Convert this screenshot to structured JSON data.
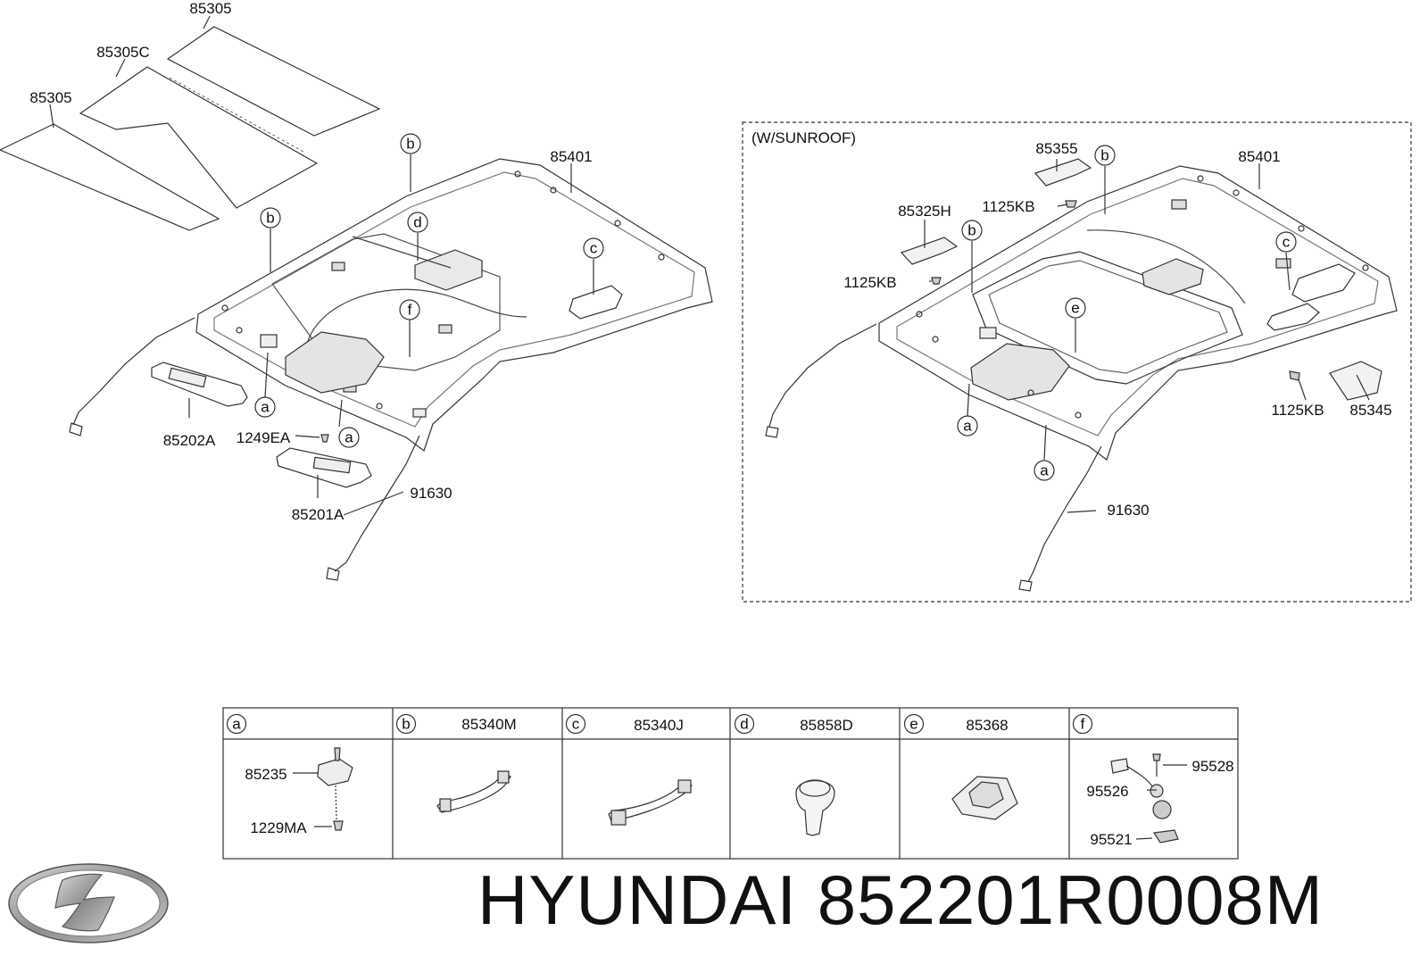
{
  "main_view": {
    "labels": {
      "top_85305": "85305",
      "mid_85305c": "85305C",
      "left_85305": "85305",
      "headlining": "85401",
      "sunvisor_rh": "85202A",
      "screw": "1249EA",
      "sunvisor_lh": "85201A",
      "wiring": "91630"
    },
    "callouts": {
      "b1": "b",
      "b2": "b",
      "d": "d",
      "c": "c",
      "f": "f",
      "a1": "a",
      "a2": "a"
    }
  },
  "sunroof_view": {
    "caption": "(W/SUNROOF)",
    "labels": {
      "p85355": "85355",
      "p85401": "85401",
      "p85325h": "85325H",
      "bolt_top": "1125KB",
      "bolt_left": "1125KB",
      "bolt_right": "1125KB",
      "p85345": "85345",
      "wiring": "91630"
    },
    "callouts": {
      "b1": "b",
      "b2": "b",
      "c": "c",
      "e": "e",
      "a1": "a",
      "a2": "a"
    }
  },
  "parts_table": {
    "columns": [
      {
        "key": "a",
        "part": ""
      },
      {
        "key": "b",
        "part": "85340M"
      },
      {
        "key": "c",
        "part": "85340J"
      },
      {
        "key": "d",
        "part": "85858D"
      },
      {
        "key": "e",
        "part": "85368"
      },
      {
        "key": "f",
        "part": ""
      }
    ],
    "cell_a": {
      "upper": "85235",
      "lower": "1229MA"
    },
    "cell_f": {
      "top": "95528",
      "middle": "95526",
      "bottom": "95521"
    }
  },
  "brand": {
    "logo_icon": "hyundai-logo-icon",
    "text": "HYUNDAI 852201R0008M"
  }
}
